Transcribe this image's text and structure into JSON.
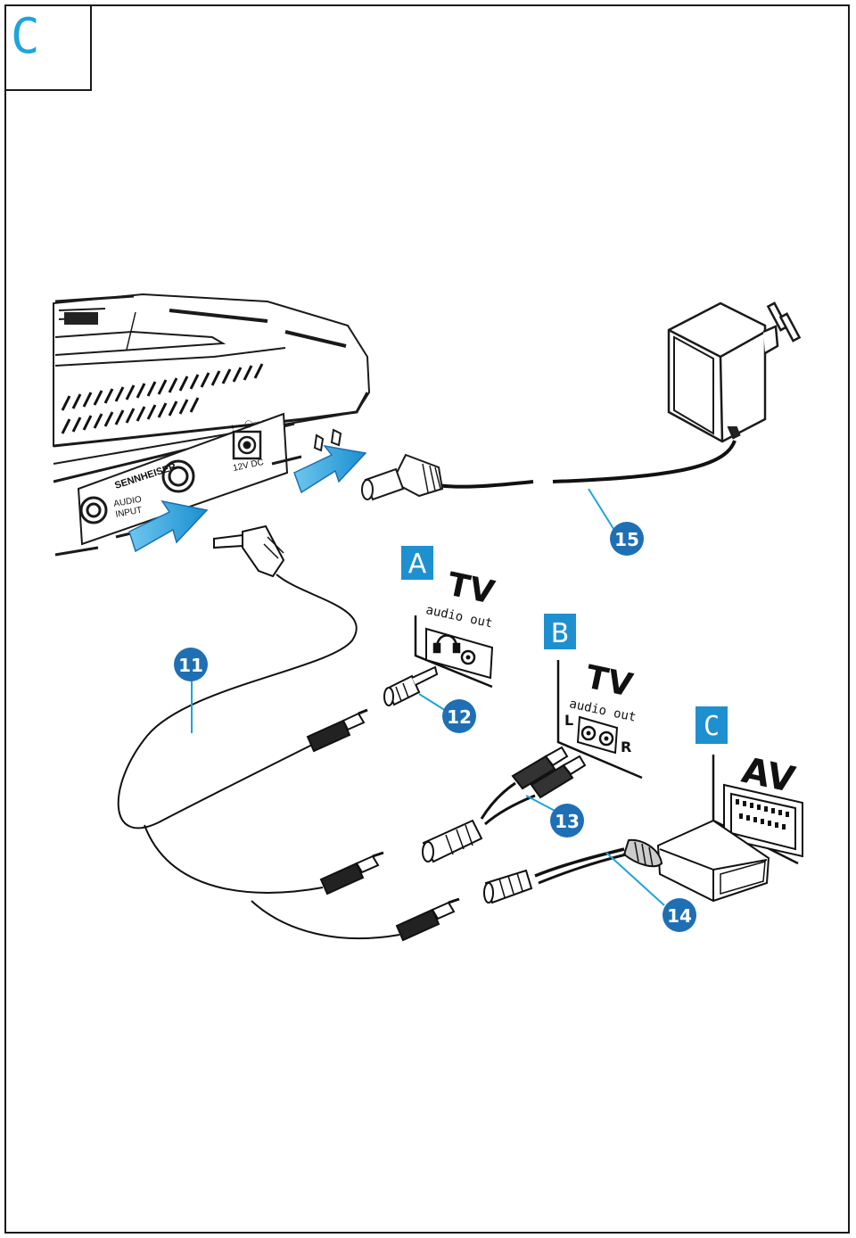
{
  "page_letter": "C",
  "colors": {
    "accent": "#1ea4dc",
    "label_bg": "#1e90d0",
    "stroke": "#1a1a1a",
    "badge": "#1f6fb4"
  },
  "base_station": {
    "brand": "SENNHEISER",
    "audio_input": [
      "AUDIO",
      "INPUT"
    ],
    "dc_label": "12V  DC",
    "polarity": "+ —◯— −"
  },
  "sources": [
    {
      "letter": "A",
      "device": "TV",
      "output": "audio out"
    },
    {
      "letter": "B",
      "device": "TV",
      "output": "audio out",
      "left": "L",
      "right": "R"
    },
    {
      "letter": "C",
      "device": "AV"
    }
  ],
  "callouts": [
    "11",
    "12",
    "13",
    "14",
    "15"
  ],
  "icons": [
    "headphone-icon",
    "arrow-icon",
    "power-adapter-icon"
  ]
}
